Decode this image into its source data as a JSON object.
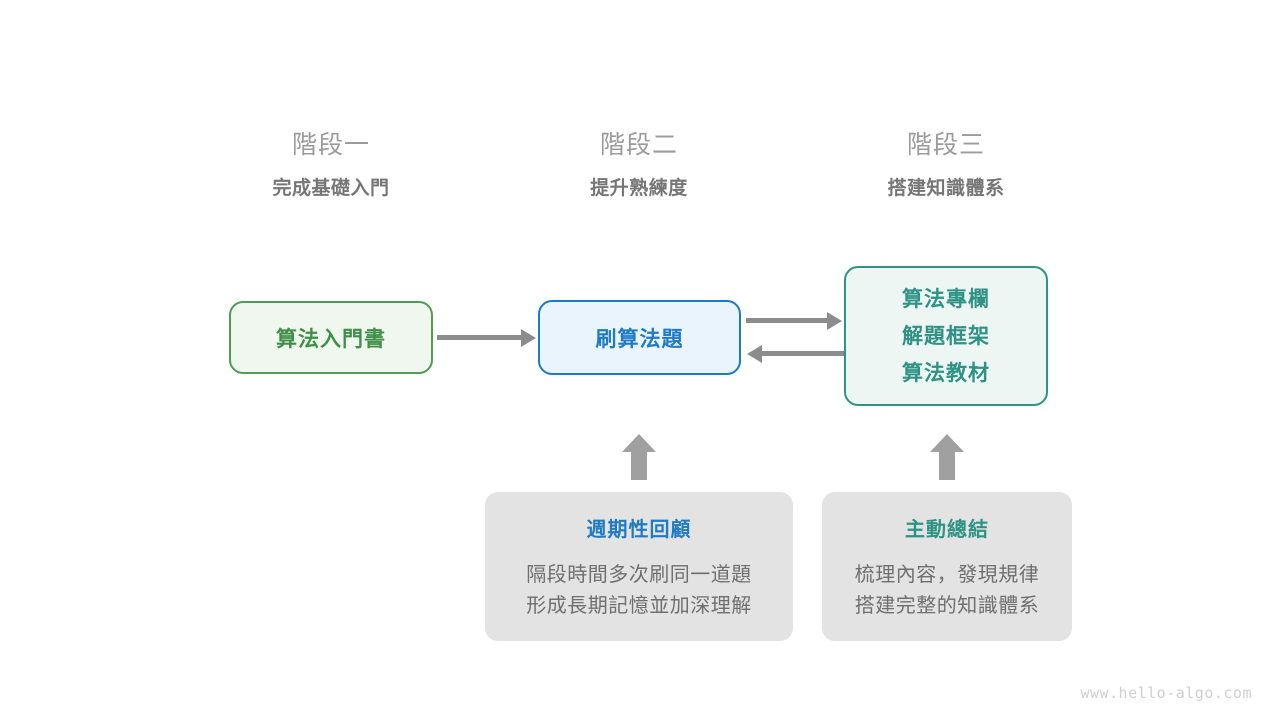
{
  "stages": [
    {
      "title": "階段一",
      "subtitle": "完成基礎入門"
    },
    {
      "title": "階段二",
      "subtitle": "提升熟練度"
    },
    {
      "title": "階段三",
      "subtitle": "搭建知識體系"
    }
  ],
  "flow": {
    "book": {
      "label": "算法入門書"
    },
    "practice": {
      "label": "刷算法題"
    },
    "resources": {
      "lines": [
        "算法專欄",
        "解題框架",
        "算法教材"
      ]
    }
  },
  "arrows": {
    "book_to_practice": "arrow-right",
    "practice_to_resources": "arrow-right",
    "resources_to_practice": "arrow-left",
    "review_up": "arrow-up",
    "summary_up": "arrow-up"
  },
  "notes": [
    {
      "title": "週期性回顧",
      "body_line1": "隔段時間多次刷同一道題",
      "body_line2": "形成長期記憶並加深理解"
    },
    {
      "title": "主動總結",
      "body_line1": "梳理內容，發現規律",
      "body_line2": "搭建完整的知識體系"
    }
  ],
  "watermark": "www.hello-algo.com",
  "colors": {
    "green": "#3f8f48",
    "green_border": "#4e9c55",
    "green_fill": "#f0f7ef",
    "blue": "#1f7bc4",
    "blue_border": "#1c7ac9",
    "blue_fill": "#e9f4fc",
    "teal": "#2e9285",
    "teal_fill": "#edf6f3",
    "arrow_gray": "#8c8c8c",
    "card_gray": "#e3e3e3",
    "stage_title_gray": "#9b9b9b",
    "stage_sub_gray": "#767676",
    "body_gray": "#6f6f6f",
    "watermark_gray": "#cfcfcf"
  }
}
